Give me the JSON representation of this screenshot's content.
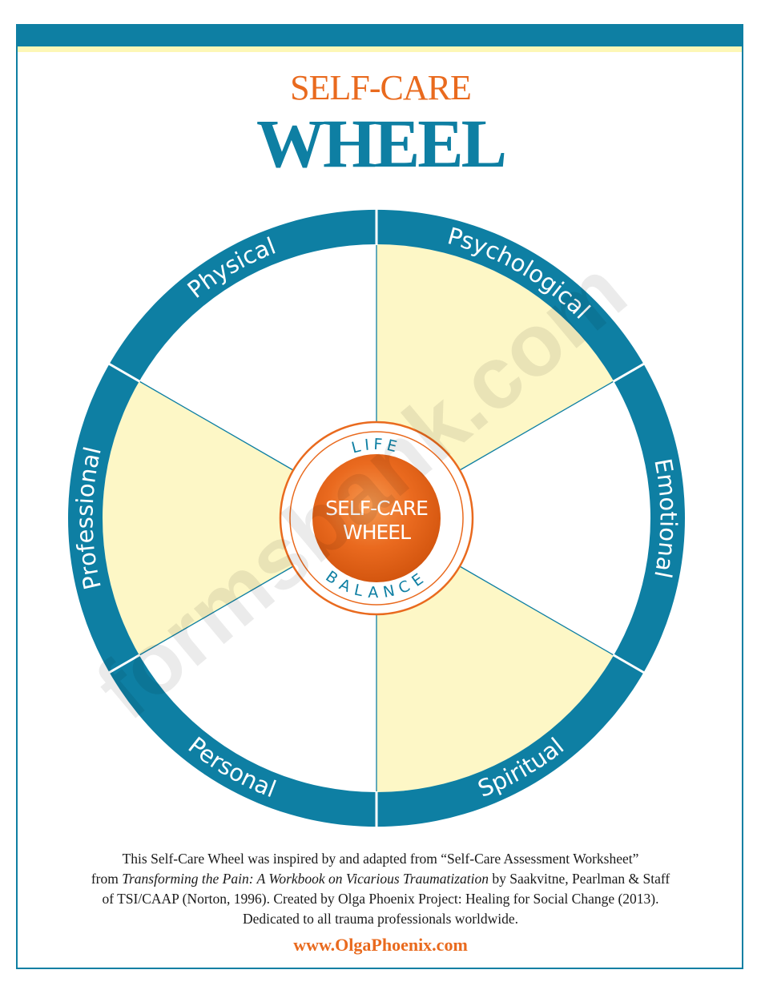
{
  "title": {
    "line1": "SELF-CARE",
    "line2": "WHEEL"
  },
  "wheel": {
    "center": {
      "top_word": "LIFE",
      "bottom_word": "BALANCE",
      "label_line1": "SELF-CARE",
      "label_line2": "WHEEL"
    },
    "segments": [
      {
        "label": "Psychological",
        "fill": "highlight"
      },
      {
        "label": "Emotional",
        "fill": "plain"
      },
      {
        "label": "Spiritual",
        "fill": "highlight"
      },
      {
        "label": "Personal",
        "fill": "plain"
      },
      {
        "label": "Professional",
        "fill": "highlight"
      },
      {
        "label": "Physical",
        "fill": "plain"
      }
    ]
  },
  "footer": {
    "line1": "This Self-Care Wheel was inspired by and adapted from “Self-Care Assessment Worksheet”",
    "line2_prefix": "from ",
    "line2_title": "Transforming the Pain: A Workbook on Vicarious Traumatization",
    "line2_suffix": " by Saakvitne, Pearlman & Staff",
    "line3": "of TSI/CAAP (Norton, 1996). Created by Olga Phoenix Project: Healing for Social Change (2013).",
    "line4": "Dedicated to all trauma professionals worldwide.",
    "url": "www.OlgaPhoenix.com"
  },
  "watermark": "formsbank.com",
  "colors": {
    "teal": "#0e7fa3",
    "orange": "#e96a1e",
    "cream": "#fdf7c6",
    "stripe": "#fdf7b6"
  }
}
